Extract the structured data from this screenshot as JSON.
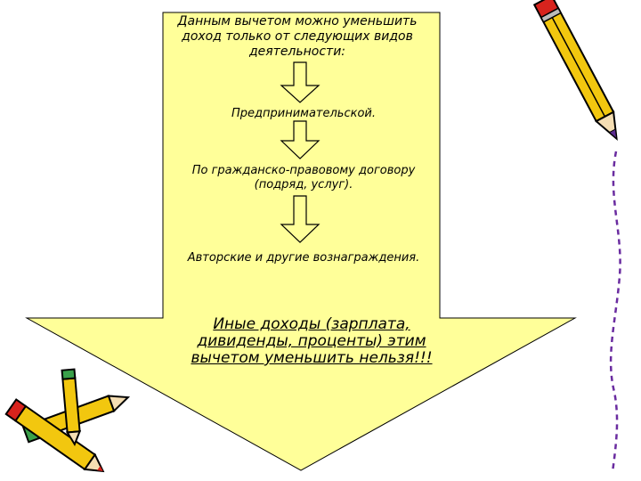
{
  "diagram": {
    "title": "Данным вычетом можно уменьшить доход только от следующих видов деятельности:",
    "steps": [
      "Предпринимательской.",
      "По гражданско-правовому договору (подряд, услуг).",
      "Авторские и другие вознаграждения."
    ],
    "conclusion": "Иные доходы (зарплата, дивиденды, проценты) этим вычетом уменьшить нельзя!!!"
  },
  "colors": {
    "arrow_fill": "#ffff99",
    "arrow_stroke": "#000000",
    "pencil_yellow": "#f2c70f",
    "pencil_red": "#d8231d",
    "pencil_green": "#3aa04a",
    "pencil_purple": "#5b2c8f",
    "dashed_line": "#6a2ca0"
  },
  "decorations": {
    "pencil_top_right": "pencil-icon",
    "pencils_bottom_left": "pencils-cluster-icon",
    "dashed_line": "dashed-curve"
  }
}
